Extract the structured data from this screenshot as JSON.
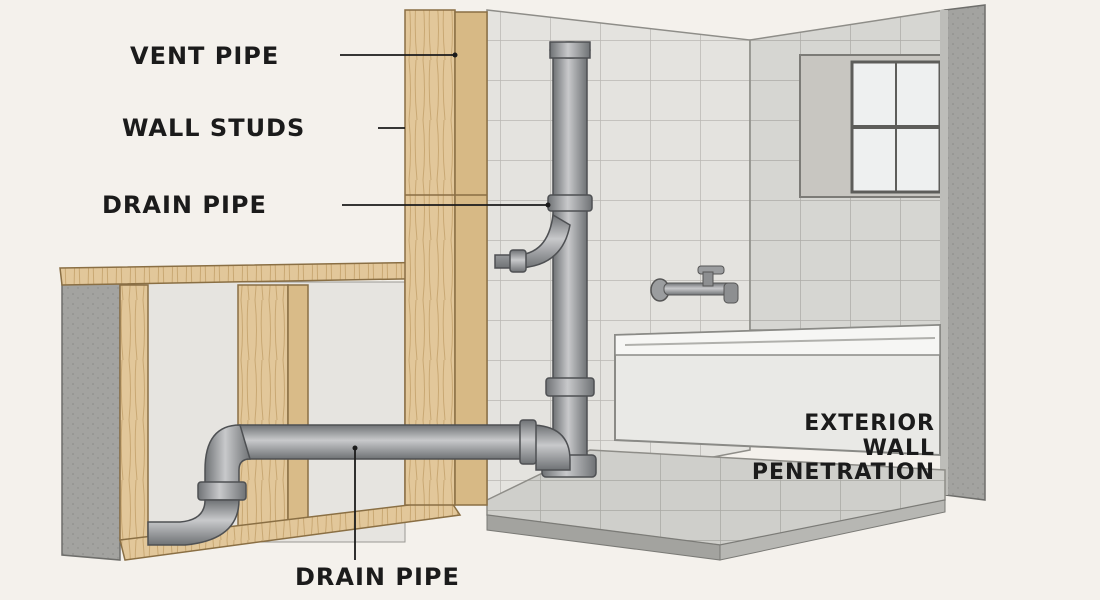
{
  "labels": {
    "vent_pipe": "VENT PIPE",
    "wall_studs": "WALL STUDS",
    "drain_pipe_upper": "DRAIN PIPE",
    "drain_pipe_lower": "DRAIN PIPE",
    "exterior_wall_line1": "EXTERIOR",
    "exterior_wall_line2": "WALL",
    "exterior_wall_line3": "PENETRATION"
  },
  "colors": {
    "background": "#f4f1ec",
    "wood": "#e2c79a",
    "wood_dark": "#c9a873",
    "concrete": "#9e9e9b",
    "drywall": "#e6e4e0",
    "tile": "#dcdcd8",
    "pipe": "#a7a9ab",
    "pipe_dark": "#6f7275",
    "line": "#1b1b1b"
  }
}
